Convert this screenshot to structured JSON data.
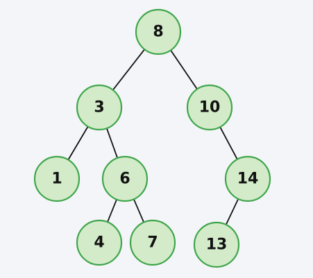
{
  "tree": {
    "nodes": [
      {
        "id": "n8",
        "label": "8"
      },
      {
        "id": "n3",
        "label": "3"
      },
      {
        "id": "n10",
        "label": "10"
      },
      {
        "id": "n1",
        "label": "1"
      },
      {
        "id": "n6",
        "label": "6"
      },
      {
        "id": "n14",
        "label": "14"
      },
      {
        "id": "n4",
        "label": "4"
      },
      {
        "id": "n7",
        "label": "7"
      },
      {
        "id": "n13",
        "label": "13"
      }
    ],
    "edges": [
      {
        "from": "n8",
        "to": "n3"
      },
      {
        "from": "n8",
        "to": "n10"
      },
      {
        "from": "n3",
        "to": "n1"
      },
      {
        "from": "n3",
        "to": "n6"
      },
      {
        "from": "n10",
        "to": "n14"
      },
      {
        "from": "n6",
        "to": "n4"
      },
      {
        "from": "n6",
        "to": "n7"
      },
      {
        "from": "n14",
        "to": "n13"
      }
    ]
  },
  "colors": {
    "background": "#f4f5f8",
    "node_fill": "#d3ebc9",
    "node_stroke": "#3fa64b",
    "edge": "#111111",
    "text": "#111111"
  }
}
